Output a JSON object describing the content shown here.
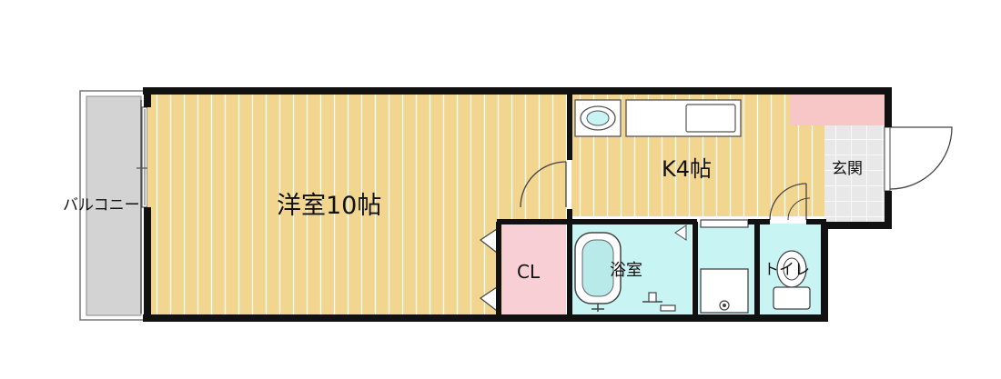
{
  "rooms": {
    "western_room": "洋室10帖",
    "kitchen": "K4帖",
    "entrance": "玄関",
    "closet": "CL",
    "bathroom": "浴室",
    "toilet": "トイレ",
    "balcony": "バルコニー"
  },
  "colors": {
    "wall": "#111111",
    "wood_floor": "#f2d58f",
    "wood_line": "#ffffff",
    "wet_area": "#c9f4f4",
    "closet": "#f7cfd4",
    "entrance_tile": "#e6e6e6",
    "shoe_box": "#f7c6c6",
    "balcony": "#d3d3d3"
  }
}
